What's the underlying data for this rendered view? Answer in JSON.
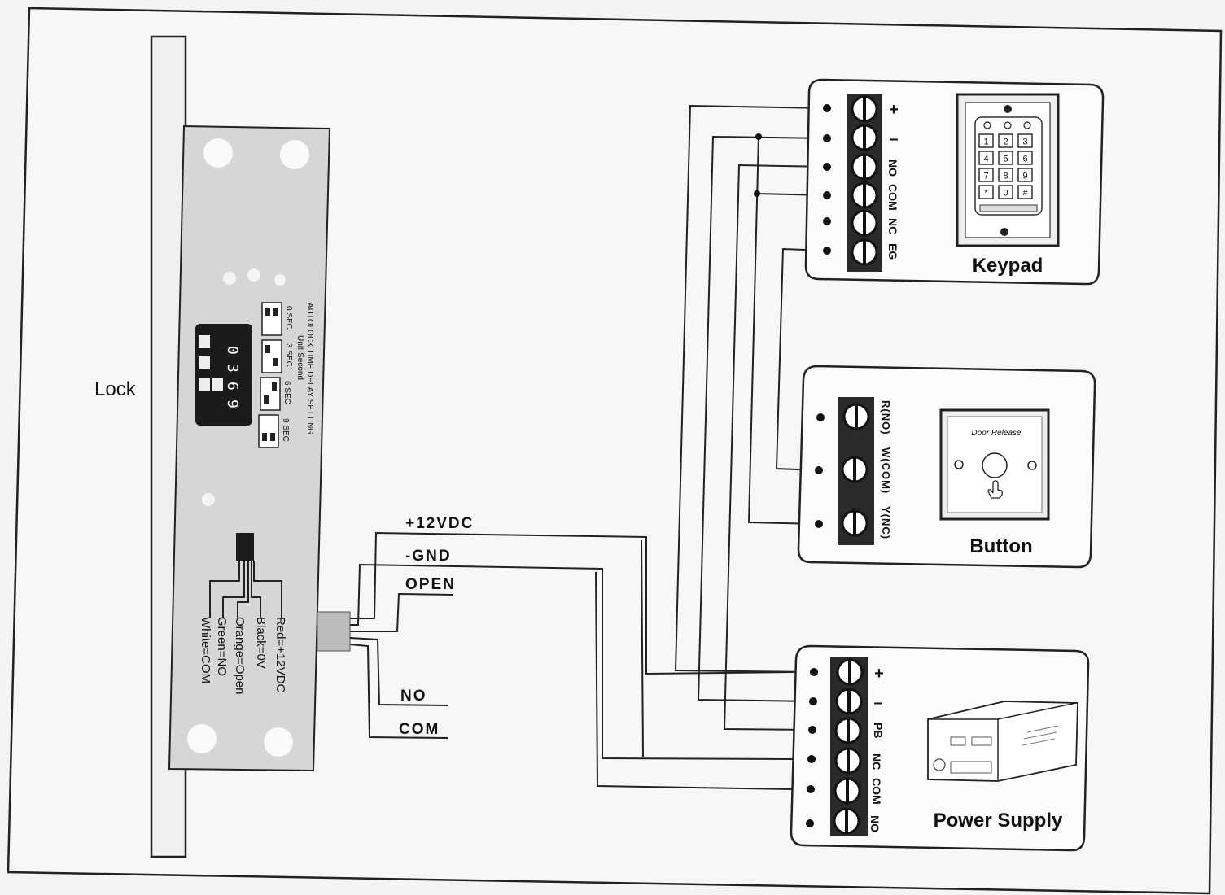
{
  "colors": {
    "ink": "#111111",
    "paper": "#f4f4f2",
    "plate": "#d9d9d9",
    "terminal": "#2a2a2a"
  },
  "lock": {
    "title": "Lock",
    "dip_digits": [
      "0",
      "3",
      "6",
      "9"
    ],
    "autolock_title": "AUTOLOCK TIME DELAY SETTING",
    "autolock_unit": "Unit-Second",
    "delay_options": [
      "0 SEC",
      "3 SEC",
      "6 SEC",
      "9 SEC"
    ],
    "wire_legend": [
      "Red=+12VDC",
      "Black=0V",
      "Orange=Open",
      "Green=NO",
      "White=COM"
    ]
  },
  "cable_labels": {
    "plus12": "+12VDC",
    "gnd": "-GND",
    "open": "OPEN",
    "no": "NO",
    "com": "COM"
  },
  "keypad": {
    "title": "Keypad",
    "terminals": [
      "+",
      "–",
      "NO",
      "COM",
      "NC",
      "EG"
    ],
    "keys": [
      "1",
      "2",
      "3",
      "4",
      "5",
      "6",
      "7",
      "8",
      "9",
      "*",
      "0",
      "#"
    ]
  },
  "button": {
    "title": "Button",
    "terminals": [
      "R(NO)",
      "W(COM)",
      "Y(NC)"
    ],
    "plate_text": "Door Release",
    "icon": "pointing-hand-icon"
  },
  "power_supply": {
    "title": "Power Supply",
    "terminals": [
      "+",
      "–",
      "PB",
      "NC",
      "COM",
      "NO"
    ]
  }
}
